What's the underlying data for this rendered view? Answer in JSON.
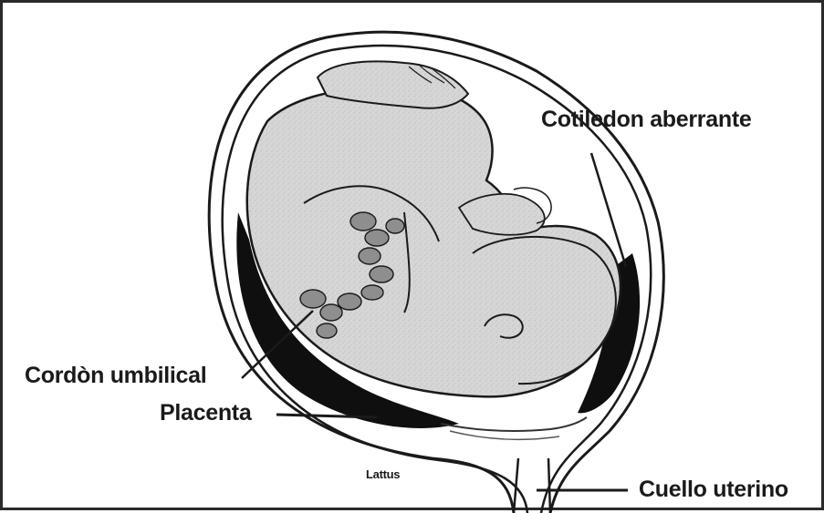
{
  "diagram": {
    "labels": {
      "cotiledon": "Cotiledon aberrante",
      "cordon": "Cordòn umbilical",
      "placenta": "Placenta",
      "lattus": "Lattus",
      "cuello": "Cuello uterino"
    },
    "colors": {
      "outline": "#1a1a1a",
      "fetus_fill": "#d4d4d4",
      "placenta_fill": "#0f0f0f",
      "cord_fill": "#8e8e8e",
      "background": "#ffffff"
    }
  }
}
